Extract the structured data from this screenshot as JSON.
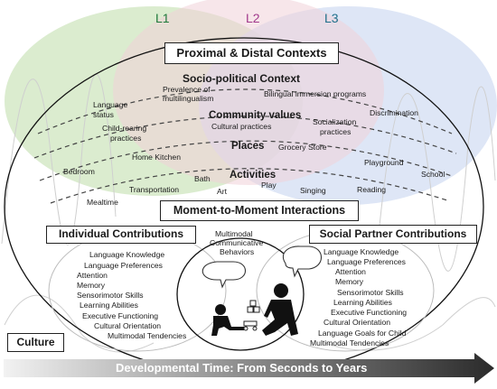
{
  "levels": {
    "l1": "L1",
    "l2": "L2",
    "l3": "L3"
  },
  "colors": {
    "l1": "#1f7a3a",
    "l2": "#a23a8c",
    "l3": "#1f6f8a",
    "green_fill": "#cfe6bf",
    "pink_fill": "#f0d2d8",
    "blue_fill": "#d3def3",
    "arrow": "#2b2b2b"
  },
  "proximal_distal_title": "Proximal & Distal Contexts",
  "socio_political": {
    "title": "Socio-political Context",
    "items": {
      "prevalence_line1": "Prevalence of",
      "prevalence_line2": "multilingualism",
      "bilingual": "Bilingual immersion programs",
      "language_status_line1": "Language",
      "language_status_line2": "status",
      "discrimination": "Discrimination"
    }
  },
  "community": {
    "title": "Community values",
    "items": {
      "cultural_practices": "Cultural practices",
      "socialization_line1": "Socialization",
      "socialization_line2": "practices",
      "childrearing_line1": "Child-rearing",
      "childrearing_line2": "practices"
    }
  },
  "places": {
    "title": "Places",
    "items": {
      "grocery": "Grocery Store",
      "home_kitchen": "Home Kitchen",
      "playground": "Playground",
      "bedroom": "Bedroom",
      "school": "School"
    }
  },
  "activities": {
    "title": "Activities",
    "items": {
      "bath": "Bath",
      "play": "Play",
      "transportation": "Transportation",
      "art": "Art",
      "singing": "Singing",
      "reading": "Reading",
      "mealtime": "Mealtime"
    }
  },
  "moment_title": "Moment-to-Moment Interactions",
  "multimodal": {
    "line1": "Multimodal",
    "line2": "Communicative",
    "line3": "Behaviors"
  },
  "individual": {
    "title": "Individual Contributions",
    "items": [
      "Language Knowledge",
      "Language Preferences",
      "Attention",
      "Memory",
      "Sensorimotor Skills",
      "Learning Abilities",
      "Executive Functioning",
      "Cultural Orientation",
      "Multimodal Tendencies"
    ]
  },
  "social": {
    "title": "Social Partner Contributions",
    "items": [
      "Language Knowledge",
      "Language Preferences",
      "Attention",
      "Memory",
      "Sensorimotor Skills",
      "Learning Abilities",
      "Executive Functioning",
      "Cultural Orientation",
      "Language Goals for Child",
      "Multimodal Tendencies"
    ]
  },
  "culture_label": "Culture",
  "timeline_label": "Developmental Time: From Seconds to Years"
}
